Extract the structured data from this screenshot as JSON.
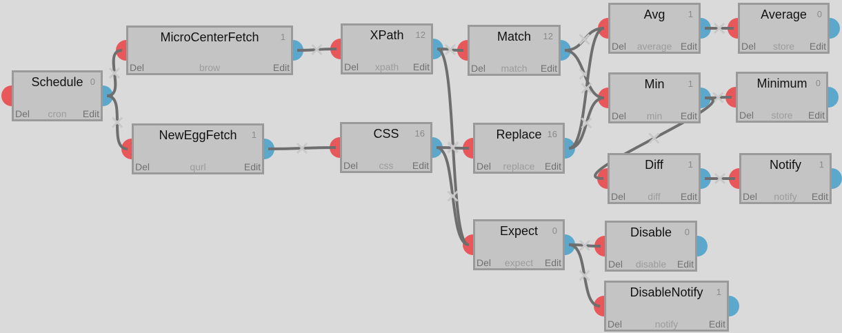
{
  "colors": {
    "input_port": "#e8575a",
    "output_port": "#5ba8cc",
    "node_bg": "#c4c4c4",
    "wire": "#6e6e6e",
    "canvas": "#dadada"
  },
  "labels": {
    "delete": "Del",
    "edit": "Edit"
  },
  "nodes": [
    {
      "id": "schedule",
      "title": "Schedule",
      "count": "0",
      "type": "cron"
    },
    {
      "id": "microcenter",
      "title": "MicroCenterFetch",
      "count": "1",
      "type": "brow"
    },
    {
      "id": "newegg",
      "title": "NewEggFetch",
      "count": "1",
      "type": "qurl"
    },
    {
      "id": "xpath",
      "title": "XPath",
      "count": "12",
      "type": "xpath"
    },
    {
      "id": "css",
      "title": "CSS",
      "count": "16",
      "type": "css"
    },
    {
      "id": "match",
      "title": "Match",
      "count": "12",
      "type": "match"
    },
    {
      "id": "replace",
      "title": "Replace",
      "count": "16",
      "type": "replace"
    },
    {
      "id": "expect",
      "title": "Expect",
      "count": "0",
      "type": "expect"
    },
    {
      "id": "avg",
      "title": "Avg",
      "count": "1",
      "type": "average"
    },
    {
      "id": "min",
      "title": "Min",
      "count": "1",
      "type": "min"
    },
    {
      "id": "diff",
      "title": "Diff",
      "count": "1",
      "type": "diff"
    },
    {
      "id": "disable",
      "title": "Disable",
      "count": "0",
      "type": "disable"
    },
    {
      "id": "disablenotify",
      "title": "DisableNotify",
      "count": "1",
      "type": "notify"
    },
    {
      "id": "average",
      "title": "Average",
      "count": "0",
      "type": "store"
    },
    {
      "id": "minimum",
      "title": "Minimum",
      "count": "0",
      "type": "store"
    },
    {
      "id": "notify",
      "title": "Notify",
      "count": "1",
      "type": "notify"
    }
  ],
  "edges": [
    [
      "schedule",
      "microcenter"
    ],
    [
      "schedule",
      "newegg"
    ],
    [
      "microcenter",
      "xpath"
    ],
    [
      "newegg",
      "css"
    ],
    [
      "xpath",
      "match"
    ],
    [
      "xpath",
      "expect"
    ],
    [
      "css",
      "replace"
    ],
    [
      "css",
      "expect"
    ],
    [
      "match",
      "avg"
    ],
    [
      "match",
      "min"
    ],
    [
      "replace",
      "avg"
    ],
    [
      "replace",
      "min"
    ],
    [
      "avg",
      "average"
    ],
    [
      "min",
      "minimum"
    ],
    [
      "min",
      "diff"
    ],
    [
      "diff",
      "notify"
    ],
    [
      "expect",
      "disable"
    ],
    [
      "expect",
      "disablenotify"
    ]
  ]
}
